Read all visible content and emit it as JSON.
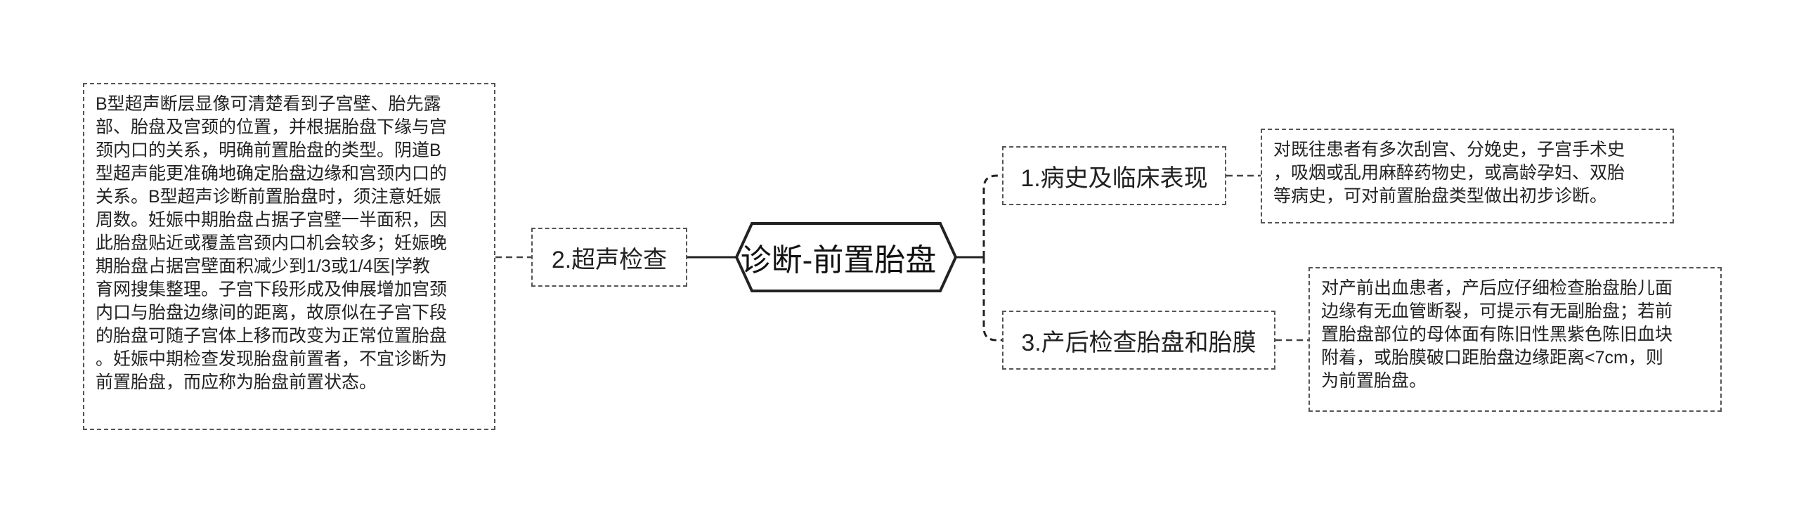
{
  "center": {
    "label": "诊断-前置胎盘"
  },
  "left": {
    "topic": "2.超声检查",
    "detail_lines": [
      "B型超声断层显像可清楚看到子宫壁、胎先露",
      "部、胎盘及宫颈的位置，并根据胎盘下缘与宫",
      "颈内口的关系，明确前置胎盘的类型。阴道B",
      "型超声能更准确地确定胎盘边缘和宫颈内口的",
      "关系。B型超声诊断前置胎盘时，须注意妊娠",
      "周数。妊娠中期胎盘占据子宫壁一半面积，因",
      "此胎盘贴近或覆盖宫颈内口机会较多；妊娠晚",
      "期胎盘占据宫壁面积减少到1/3或1/4医|学教",
      "育网搜集整理。子宫下段形成及伸展增加宫颈",
      "内口与胎盘边缘间的距离，故原似在子宫下段",
      "的胎盘可随子宫体上移而改变为正常位置胎盘",
      "。妊娠中期检查发现胎盘前置者，不宜诊断为",
      "前置胎盘，而应称为胎盘前置状态。"
    ]
  },
  "right_top": {
    "topic": "1.病史及临床表现",
    "detail_lines": [
      "对既往患者有多次刮宫、分娩史，子宫手术史",
      "，吸烟或乱用麻醉药物史，或高龄孕妇、双胎",
      "等病史，可对前置胎盘类型做出初步诊断。"
    ]
  },
  "right_bottom": {
    "topic": "3.产后检查胎盘和胎膜",
    "detail_lines": [
      "对产前出血患者，产后应仔细检查胎盘胎儿面",
      "边缘有无血管断裂，可提示有无副胎盘；若前",
      "置胎盘部位的母体面有陈旧性黑紫色陈旧血块",
      "附着，或胎膜破口距胎盘边缘距离<7cm，则",
      "为前置胎盘。"
    ]
  }
}
